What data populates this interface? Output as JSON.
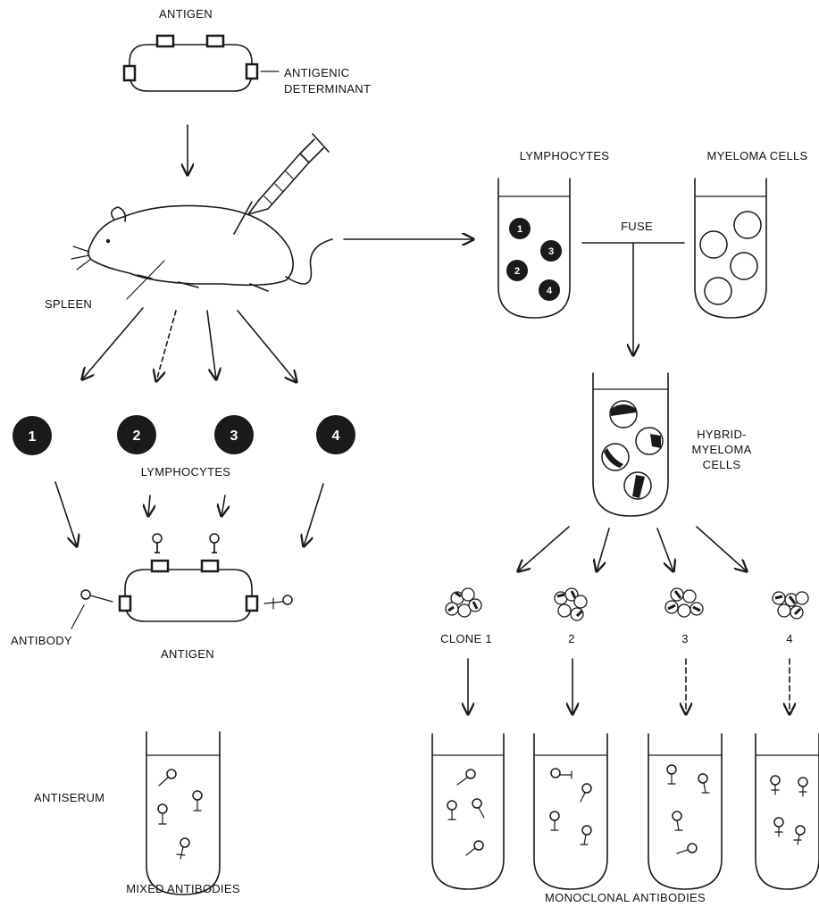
{
  "labels": {
    "antigen_top": "ANTIGEN",
    "antigenic_determinant_1": "ANTIGENIC",
    "antigenic_determinant_2": "DETERMINANT",
    "spleen": "SPLEEN",
    "lymphocytes_left": "LYMPHOCYTES",
    "antibody": "ANTIBODY",
    "antigen_bottom": "ANTIGEN",
    "antiserum": "ANTISERUM",
    "mixed_antibodies": "MIXED ANTIBODIES",
    "lymphocytes_tube": "LYMPHOCYTES",
    "myeloma_cells": "MYELOMA CELLS",
    "fuse": "FUSE",
    "hybrid_1": "HYBRID-",
    "hybrid_2": "MYELOMA",
    "hybrid_3": "CELLS",
    "clone_1": "CLONE 1",
    "clone_2": "2",
    "clone_3": "3",
    "clone_4": "4",
    "monoclonal_antibodies": "MONOCLONAL ANTIBODIES"
  },
  "lymphocyte_numbers": [
    "1",
    "2",
    "3",
    "4"
  ],
  "tube_lymphocyte_numbers": [
    "1",
    "3",
    "2",
    "4"
  ]
}
